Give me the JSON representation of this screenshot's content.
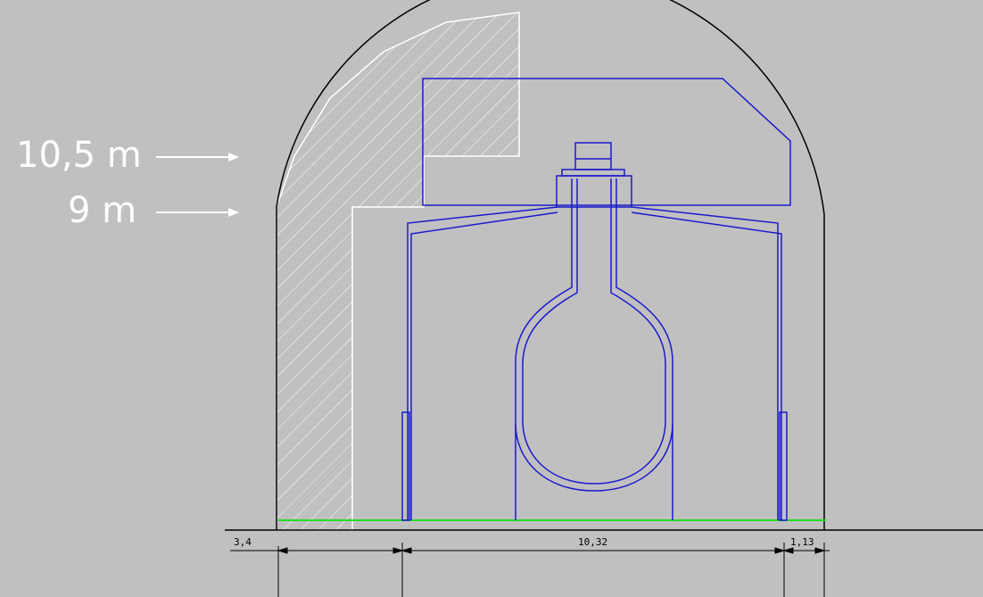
{
  "annotations": {
    "upper_level": "10,5 m",
    "lower_level": "9 m"
  },
  "dimensions": {
    "left": "3,4",
    "middle": "10,32",
    "right": "1,13"
  },
  "colors": {
    "background": "#c0c0c0",
    "structure_line": "#000000",
    "equipment_line": "#1a1acc",
    "ground_line": "#22dd22",
    "hatch": "#ffffff"
  }
}
